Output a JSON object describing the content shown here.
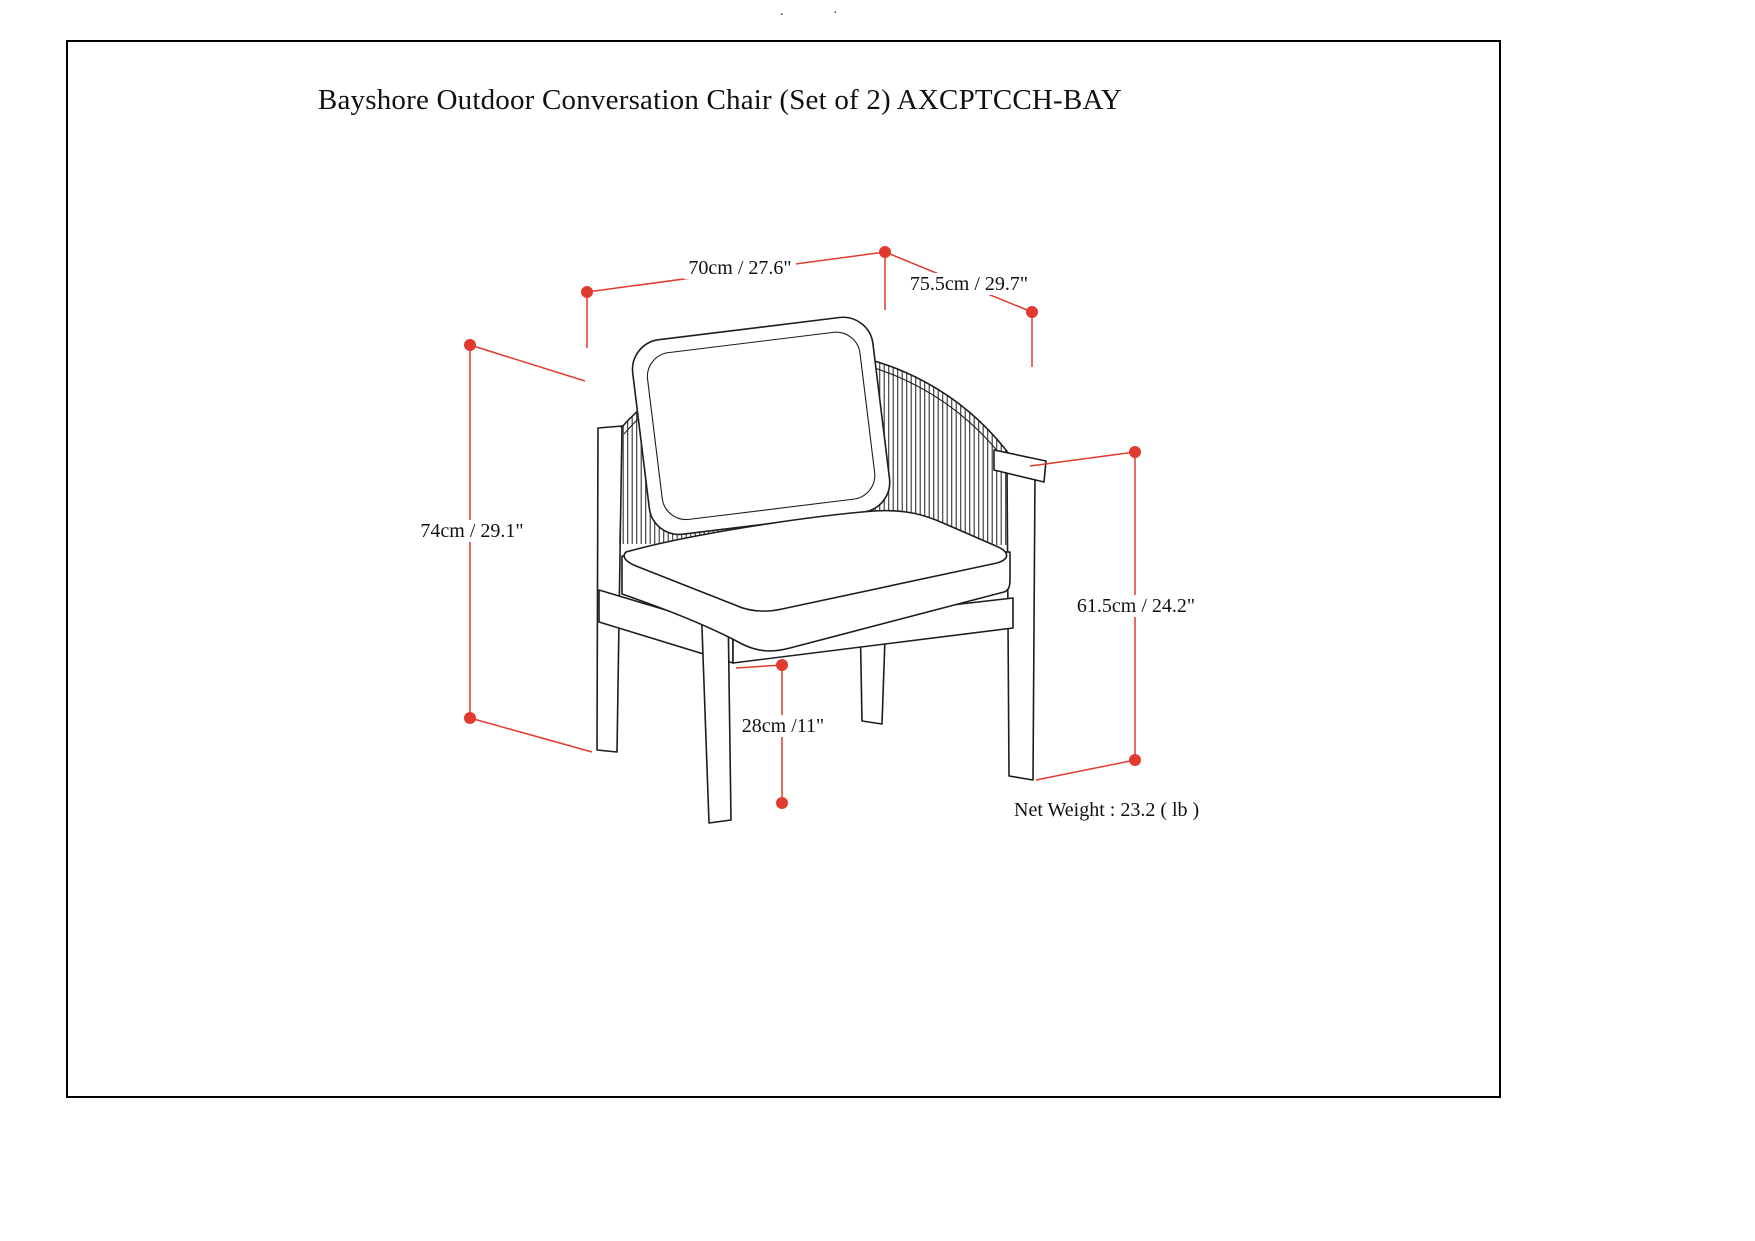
{
  "page": {
    "title": "Bayshore Outdoor Conversation Chair (Set of 2) AXCPTCCH-BAY",
    "stray_marks": [
      ".",
      "·"
    ]
  },
  "dimension_labels": {
    "width": "70cm / 27.6\"",
    "depth": "75.5cm / 29.7\"",
    "height": "74cm / 29.1\"",
    "arm_height": "61.5cm / 24.2\"",
    "seat_height": "28cm /11\""
  },
  "footnote": {
    "net_weight": "Net Weight :  23.2 ( lb )"
  },
  "colors": {
    "dimension_accent": "#e03b2e",
    "drawing_line": "#1d1d1d",
    "background": "#ffffff"
  }
}
